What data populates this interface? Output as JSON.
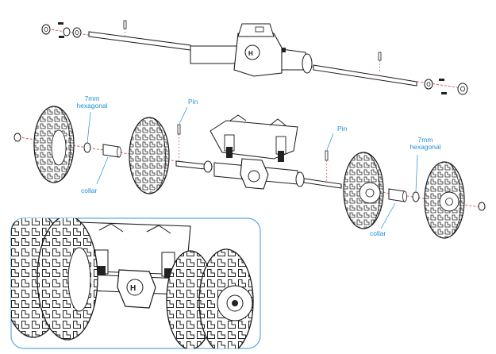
{
  "labels": {
    "hex_left_line1": "7mm",
    "hex_left_line2": "hexagonal",
    "pin_left": "Pin",
    "collar_left": "collar",
    "pin_right": "Pin",
    "hex_right_line1": "7mm",
    "hex_right_line2": "hexagonal",
    "collar_right": "collar"
  },
  "colors": {
    "label": "#1e8fd6",
    "outline": "#1a1a1a",
    "guide": "#d63a3a",
    "inset_border": "#5aa8e0"
  }
}
